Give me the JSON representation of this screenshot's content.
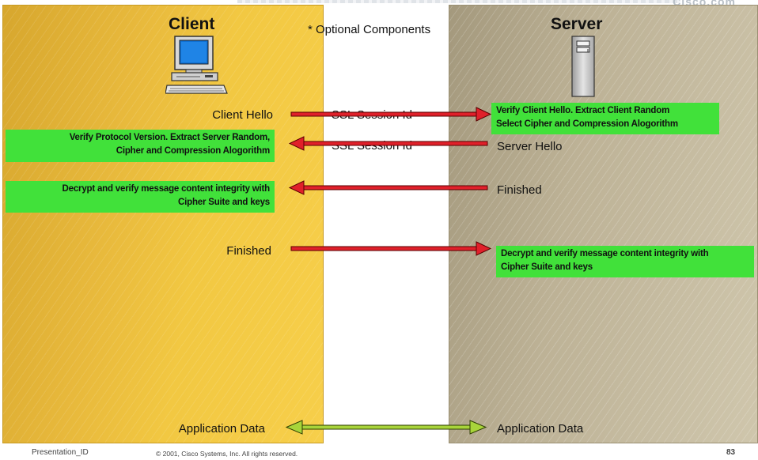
{
  "header": {
    "logo_text": "Cisco.com"
  },
  "client": {
    "title": "Client",
    "computer_icon": "computer-icon"
  },
  "server": {
    "title": "Server",
    "server_icon": "server-tower-icon"
  },
  "note": "* Optional Components",
  "messages": {
    "client_hello": "Client Hello",
    "session_id_1": "SSL Session Id",
    "session_id_2": "SSL Session Id",
    "server_hello": "Server Hello",
    "server_finished": "Finished",
    "client_finished": "Finished",
    "app_data_client": "Application Data",
    "app_data_server": "Application Data"
  },
  "boxes": {
    "server_verify_hello": [
      "Verify Client Hello. Extract Client Random",
      "Select Cipher and Compression Alogorithm"
    ],
    "client_verify_protocol": [
      "Verify Protocol Version. Extract Server Random,",
      "Cipher and Compression Alogorithm"
    ],
    "client_decrypt_verify": [
      "Decrypt and verify message content integrity with",
      "Cipher Suite and keys"
    ],
    "server_decrypt_verify": [
      "Decrypt and verify message content integrity with",
      "Cipher Suite and keys"
    ]
  },
  "colors": {
    "client_panel": "#f2c842",
    "server_panel": "#bdb296",
    "box_green": "#41e13a",
    "arrow_red": "#e0202a",
    "arrow_bidir": "#a8d43a"
  },
  "footer": {
    "presentation_id": "Presentation_ID",
    "copyright": "© 2001, Cisco Systems, Inc. All rights reserved.",
    "page_number": "83"
  }
}
